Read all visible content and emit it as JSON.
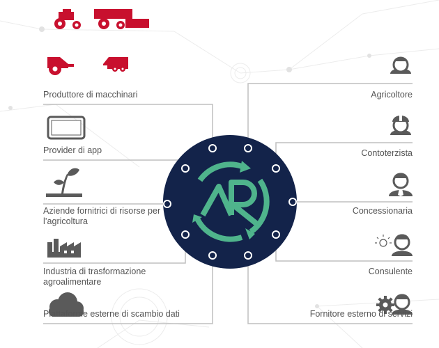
{
  "colors": {
    "navy": "#13234a",
    "accent_green": "#4fb48c",
    "machine_red": "#c8102e",
    "line_gray": "#bfbfbf",
    "icon_gray": "#5a5a5a",
    "text_gray": "#555555"
  },
  "center_logo": {
    "monogram": "AR",
    "icon": "ar-logo-icon"
  },
  "left_nodes": [
    {
      "label": "Produttore di macchinari",
      "icon": "agri-machinery-icons"
    },
    {
      "label": "Provider di app",
      "icon": "tablet-icon"
    },
    {
      "label": "Aziende fornitrici di risorse per l’agricoltura",
      "icon": "sprout-icon"
    },
    {
      "label": "Industria di trasformazione agroalimentare",
      "icon": "factory-icon"
    },
    {
      "label": "Piattaforme esterne di scambio dati",
      "icon": "cloud-icon"
    }
  ],
  "right_nodes": [
    {
      "label": "Agricoltore",
      "icon": "farmer-icon"
    },
    {
      "label": "Contoterzista",
      "icon": "contractor-helmet-icon"
    },
    {
      "label": "Concessionaria",
      "icon": "dealer-tie-icon"
    },
    {
      "label": "Consulente",
      "icon": "advisor-idea-icon"
    },
    {
      "label": "Fornitore esterno di servizi",
      "icon": "service-gears-icon"
    }
  ]
}
